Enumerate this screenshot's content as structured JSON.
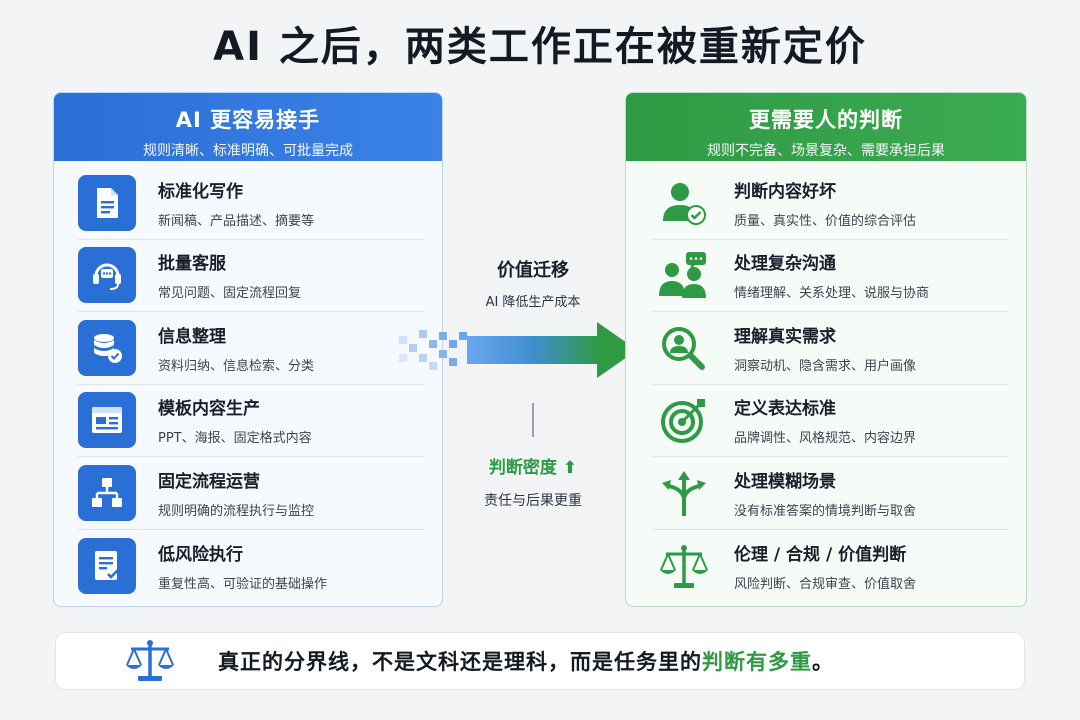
{
  "title": "AI 之后，两类工作正在被重新定价",
  "left_panel": {
    "title": "AI 更容易接手",
    "subtitle": "规则清晰、标准明确、可批量完成",
    "items": [
      {
        "title": "标准化写作",
        "desc": "新闻稿、产品描述、摘要等",
        "icon": "document-icon"
      },
      {
        "title": "批量客服",
        "desc": "常见问题、固定流程回复",
        "icon": "headset-icon"
      },
      {
        "title": "信息整理",
        "desc": "资料归纳、信息检索、分类",
        "icon": "database-check-icon"
      },
      {
        "title": "模板内容生产",
        "desc": "PPT、海报、固定格式内容",
        "icon": "template-icon"
      },
      {
        "title": "固定流程运营",
        "desc": "规则明确的流程执行与监控",
        "icon": "flowchart-icon"
      },
      {
        "title": "低风险执行",
        "desc": "重复性高、可验证的基础操作",
        "icon": "checklist-icon"
      }
    ]
  },
  "right_panel": {
    "title": "更需要人的判断",
    "subtitle": "规则不完备、场景复杂、需要承担后果",
    "items": [
      {
        "title": "判断内容好坏",
        "desc": "质量、真实性、价值的综合评估",
        "icon": "person-check-icon"
      },
      {
        "title": "处理复杂沟通",
        "desc": "情绪理解、关系处理、说服与协商",
        "icon": "people-chat-icon"
      },
      {
        "title": "理解真实需求",
        "desc": "洞察动机、隐含需求、用户画像",
        "icon": "magnify-person-icon"
      },
      {
        "title": "定义表达标准",
        "desc": "品牌调性、风格规范、内容边界",
        "icon": "target-icon"
      },
      {
        "title": "处理模糊场景",
        "desc": "没有标准答案的情境判断与取舍",
        "icon": "branch-arrows-icon"
      },
      {
        "title": "伦理 / 合规 / 价值判断",
        "desc": "风险判断、合规审查、价值取舍",
        "icon": "scale-icon"
      }
    ]
  },
  "middle": {
    "shift_title": "价值迁移",
    "shift_sub": "AI 降低生产成本",
    "density_title": "判断密度 ⬆",
    "density_sub": "责任与后果更重"
  },
  "footer": {
    "text_before": "真正的分界线，不是文科还是理科，而是任务里的",
    "text_strong": "判断有多重",
    "text_after": "。",
    "icon": "scale-icon"
  },
  "colors": {
    "blue": "#2a6fd6",
    "green": "#2f9a44",
    "background": "#f2f4f6"
  }
}
